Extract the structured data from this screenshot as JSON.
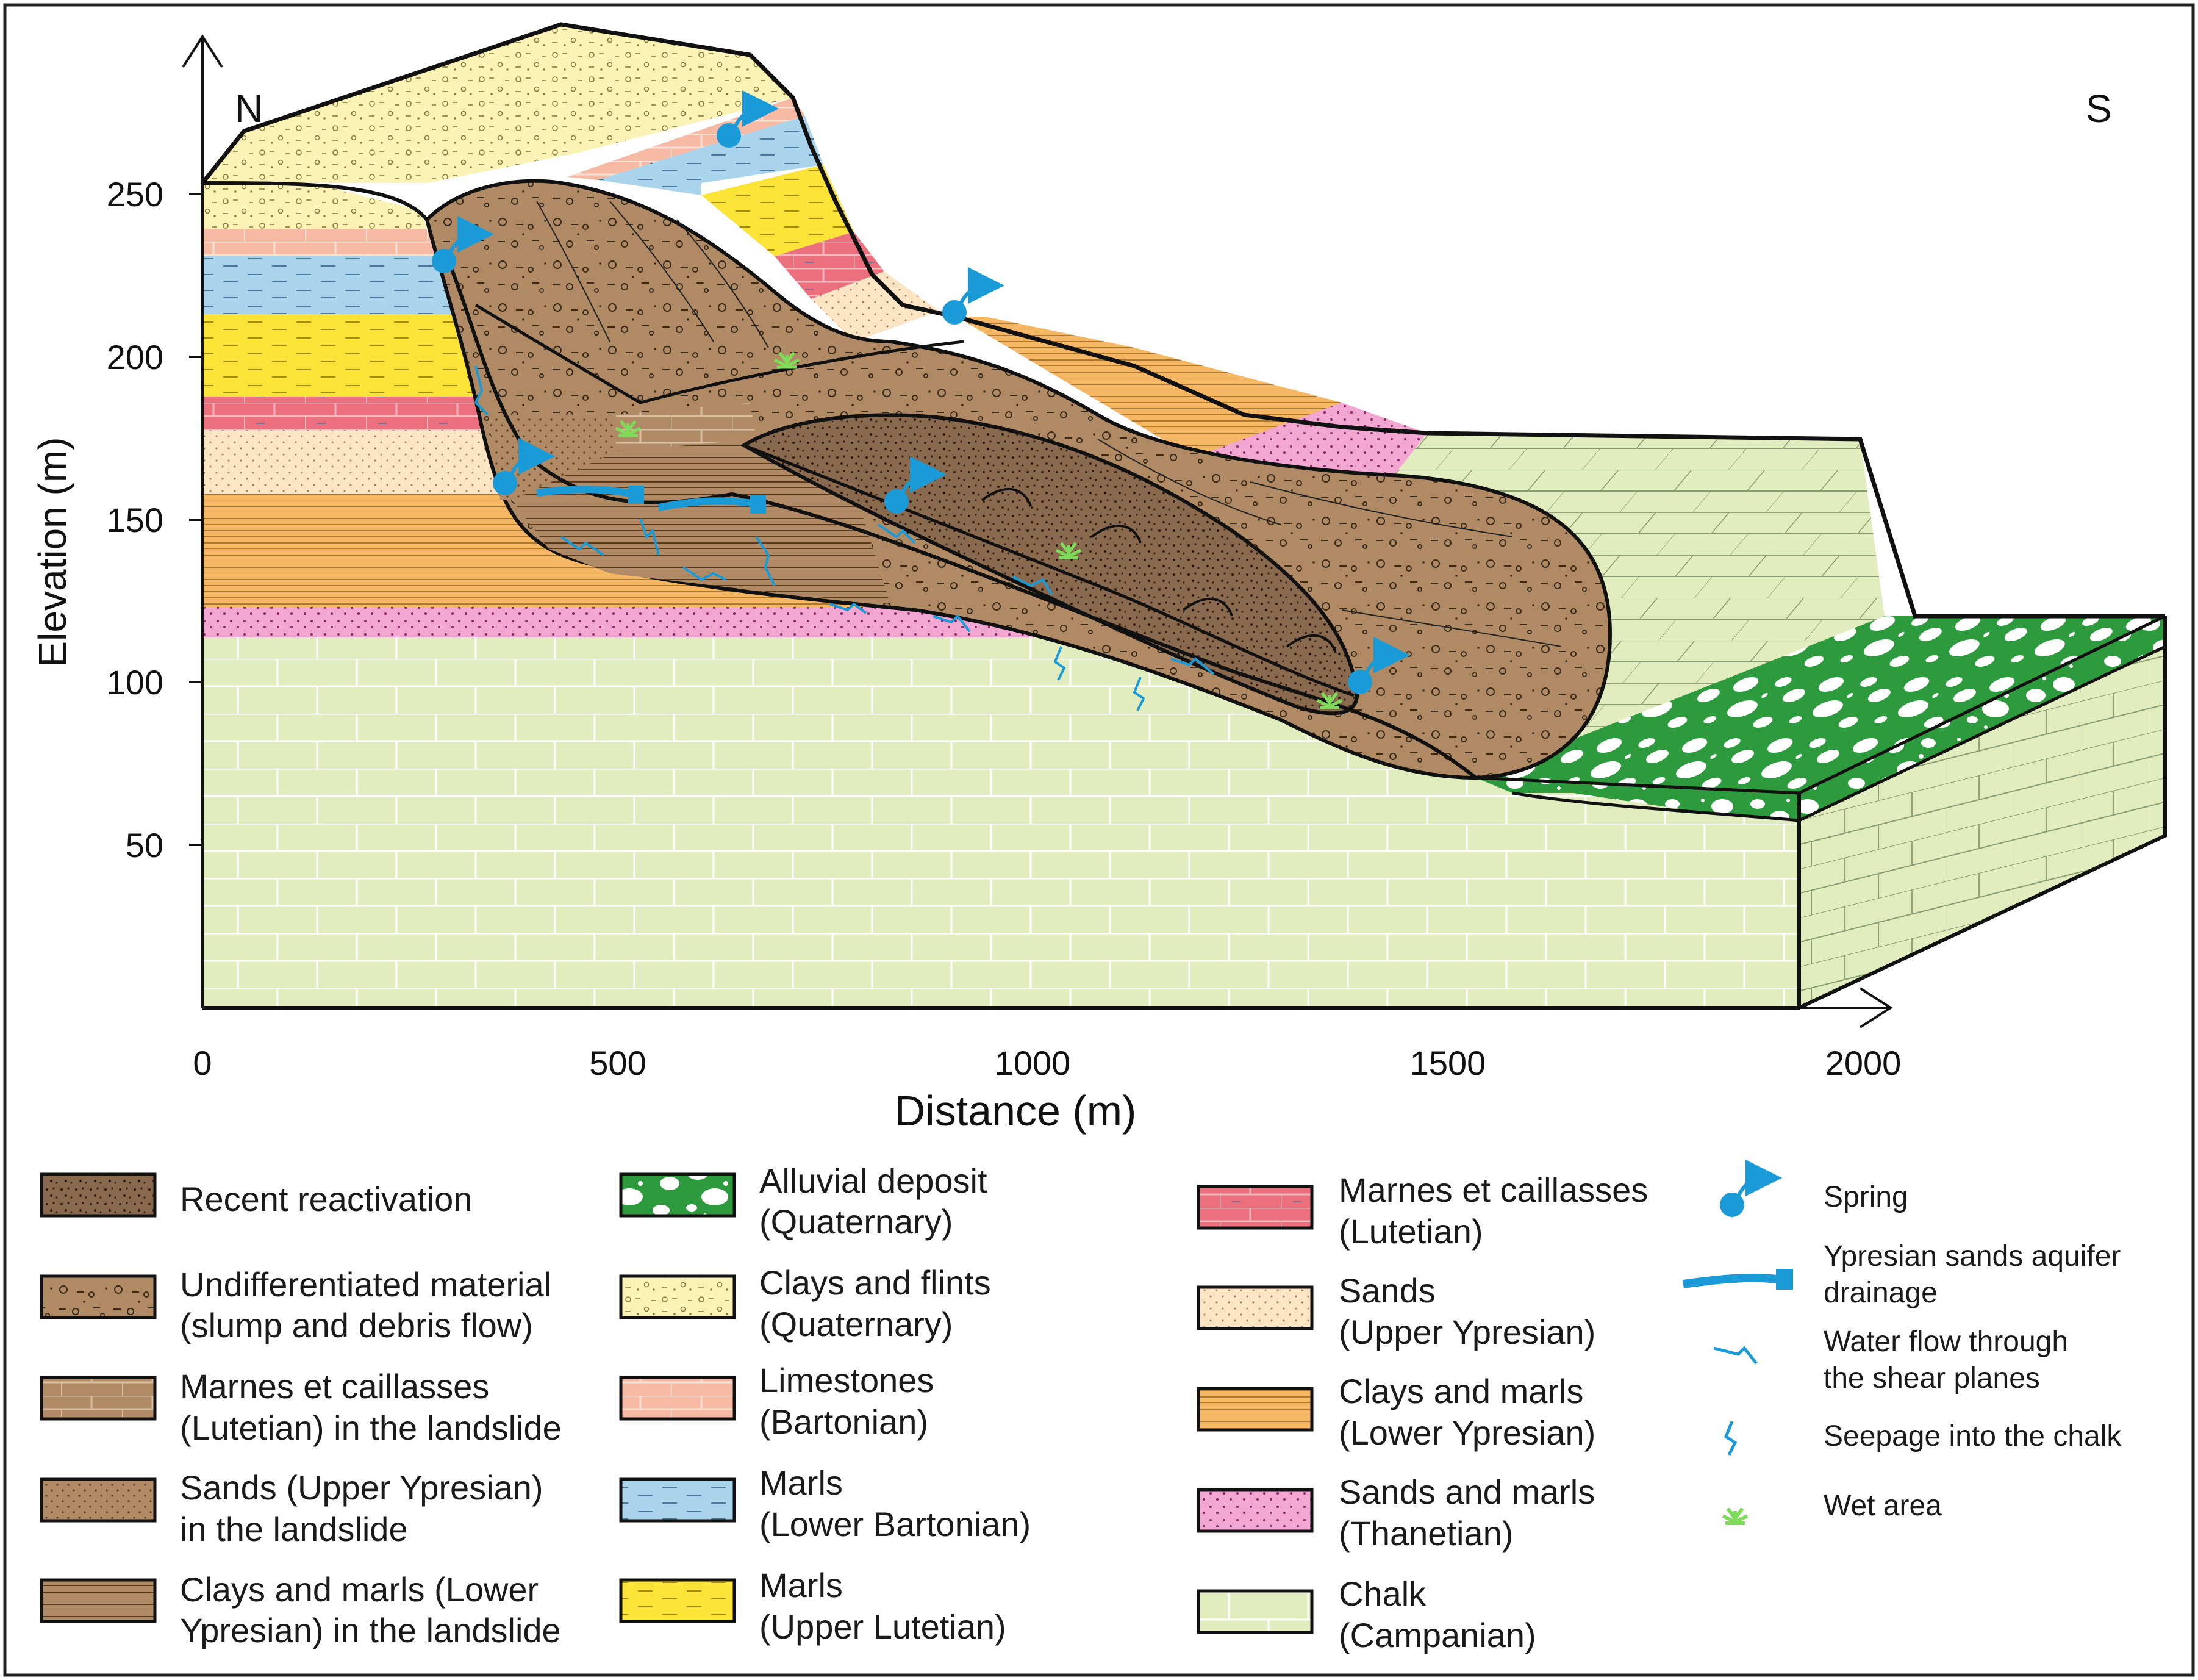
{
  "diagram": {
    "orientation": {
      "left": "N",
      "right": "S"
    },
    "y_axis": {
      "label": "Elevation (m)",
      "ticks": [
        "250",
        "200",
        "150",
        "100",
        "50"
      ]
    },
    "x_axis": {
      "label": "Distance (m)",
      "ticks": [
        "0",
        "500",
        "1000",
        "1500",
        "2000"
      ]
    }
  },
  "legend": {
    "units": [
      {
        "line1": "Recent reactivation",
        "line2": ""
      },
      {
        "line1": "Undifferentiated material",
        "line2": "(slump and debris flow)"
      },
      {
        "line1": "Marnes et caillasses",
        "line2": "(Lutetian) in the landslide"
      },
      {
        "line1": "Sands (Upper Ypresian)",
        "line2": "in the landslide"
      },
      {
        "line1": "Clays and marls (Lower",
        "line2": "Ypresian) in the landslide"
      },
      {
        "line1": "Alluvial deposit",
        "line2": "(Quaternary)"
      },
      {
        "line1": "Clays and flints",
        "line2": "(Quaternary)"
      },
      {
        "line1": "Limestones",
        "line2": "(Bartonian)"
      },
      {
        "line1": "Marls",
        "line2": "(Lower Bartonian)"
      },
      {
        "line1": "Marls",
        "line2": "(Upper Lutetian)"
      },
      {
        "line1": "Marnes et caillasses",
        "line2": "(Lutetian)"
      },
      {
        "line1": "Sands",
        "line2": "(Upper Ypresian)"
      },
      {
        "line1": "Clays and marls",
        "line2": "(Lower Ypresian)"
      },
      {
        "line1": "Sands and marls",
        "line2": "(Thanetian)"
      },
      {
        "line1": "Chalk",
        "line2": "(Campanian)"
      }
    ],
    "symbols": [
      {
        "line1": "Spring",
        "line2": ""
      },
      {
        "line1": "Ypresian sands aquifer",
        "line2": "drainage"
      },
      {
        "line1": "Water flow through",
        "line2": "the shear planes"
      },
      {
        "line1": "Seepage into the chalk",
        "line2": ""
      },
      {
        "line1": "Wet area",
        "line2": ""
      }
    ]
  },
  "colors": {
    "recent": "#8a6a4f",
    "undiff": "#b08a64",
    "alluvial": "#2e9a3e",
    "clays_flints": "#fbf3b5",
    "limestones": "#f6b9a4",
    "marls_bartonian": "#a9d4ec",
    "marls_lutetian": "#fbe437",
    "marnes": "#eb6f7d",
    "sands": "#fbe5c4",
    "clays_marls": "#f6b765",
    "thanetian": "#f2a6d2",
    "chalk": "#e2edbf",
    "water": "#1a9ad6",
    "wet": "#7fdc5a"
  }
}
